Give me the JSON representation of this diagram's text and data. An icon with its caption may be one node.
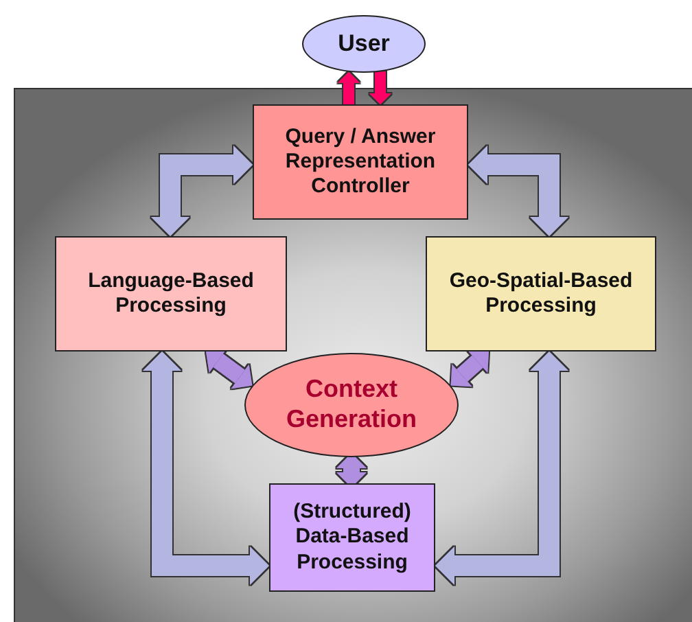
{
  "diagram": {
    "nodes": [
      {
        "text": [
          "User"
        ]
      },
      {
        "text": [
          "Query / Answer Representation Controller"
        ]
      },
      {
        "text": [
          "Language-Based Processing"
        ]
      },
      {
        "text": [
          "Geo-Spatial-Based Processing"
        ]
      },
      {
        "text": [
          "Context Generation"
        ]
      },
      {
        "text": [
          "(Structured) Data-Based Processing"
        ]
      }
    ],
    "edges": [
      {
        "from": 1,
        "to": 0,
        "arrow": "to",
        "color": "#ff0066"
      },
      {
        "from": 0,
        "to": 1,
        "arrow": "to",
        "color": "#ff0066"
      },
      {
        "from": 2,
        "to": 1,
        "arrow": "both"
      },
      {
        "from": 3,
        "to": 1,
        "arrow": "both"
      },
      {
        "from": 2,
        "to": 4,
        "arrow": "both",
        "color": "#b08fe0"
      },
      {
        "from": 3,
        "to": 4,
        "arrow": "both",
        "color": "#b08fe0"
      },
      {
        "from": 4,
        "to": 5,
        "arrow": "both",
        "color": "#b08fe0"
      },
      {
        "from": 2,
        "to": 5,
        "arrow": "both"
      },
      {
        "from": 3,
        "to": 5,
        "arrow": "both"
      }
    ]
  }
}
